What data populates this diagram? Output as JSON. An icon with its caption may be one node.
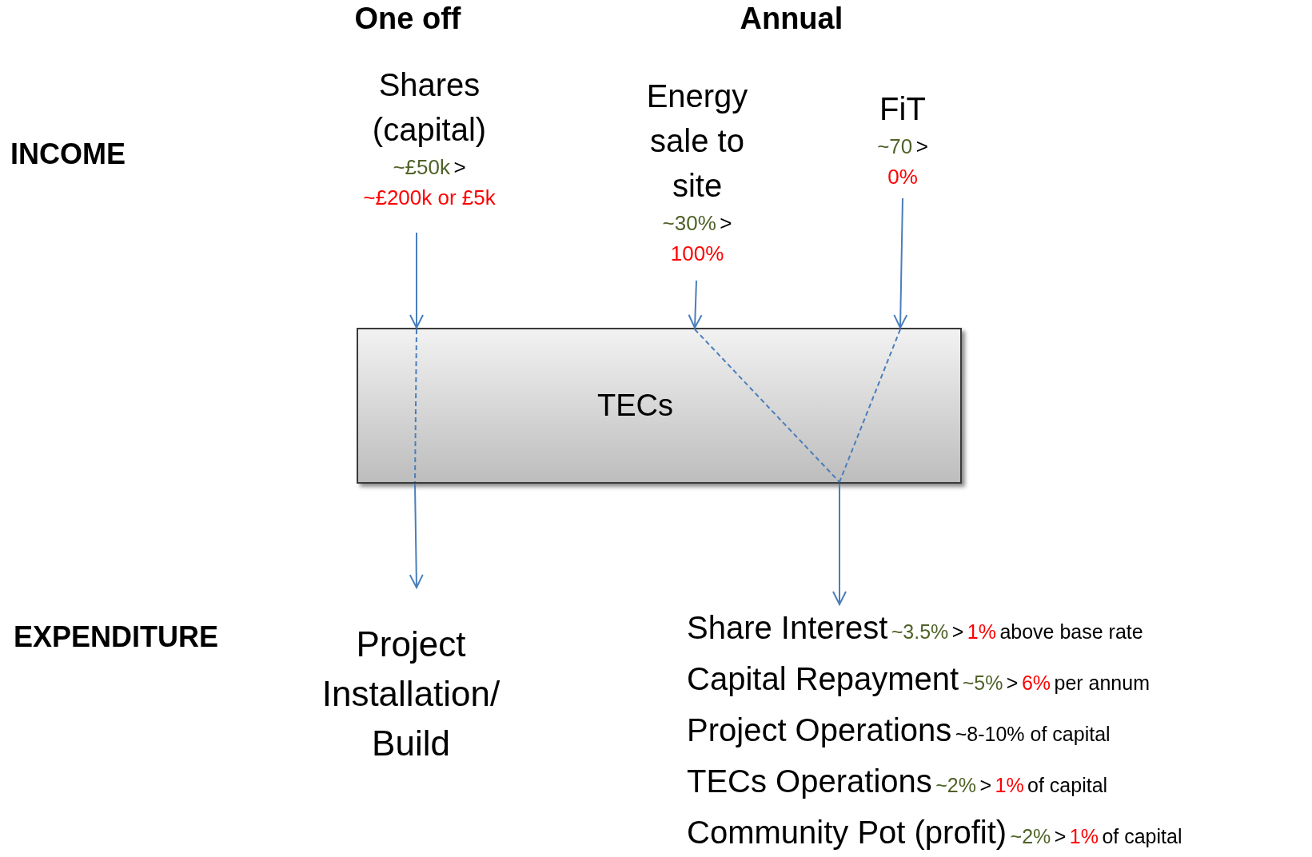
{
  "diagram": {
    "nodes": [
      {
        "text": [
          "Shares (capital)",
          "~£50k",
          ">",
          "~£200k or £5k"
        ]
      },
      {
        "text": [
          "Energy sale to site",
          "~30%",
          ">",
          "100%"
        ]
      },
      {
        "text": [
          "FiT",
          "~70",
          ">",
          "0%"
        ]
      },
      {
        "text": [
          "TECs"
        ]
      },
      {
        "text": [
          "Project Installation/ Build"
        ]
      },
      {
        "text": [
          "Share Interest",
          "~3.5%",
          ">",
          "1%",
          "above base rate"
        ]
      },
      {
        "text": [
          "Capital Repayment",
          "~5%",
          ">",
          "6%",
          "per annum"
        ]
      },
      {
        "text": [
          "Project Operations",
          "~8-10% of capital"
        ]
      },
      {
        "text": [
          "TECs Operations",
          "~2%",
          ">",
          "1%",
          "of capital"
        ]
      },
      {
        "text": [
          "Community Pot (profit)",
          "~2%",
          ">",
          "1%",
          "of capital"
        ]
      }
    ],
    "edges": [
      {
        "from": 0,
        "to": 3,
        "arrow": "to"
      },
      {
        "from": 1,
        "to": 3,
        "arrow": "to"
      },
      {
        "from": 2,
        "to": 3,
        "arrow": "to"
      },
      {
        "from": 3,
        "to": 4,
        "arrow": "to"
      },
      {
        "from": 3,
        "to": 5,
        "arrow": "to"
      }
    ],
    "labels": [
      "One off",
      "Annual",
      "INCOME",
      "EXPENDITURE"
    ]
  }
}
